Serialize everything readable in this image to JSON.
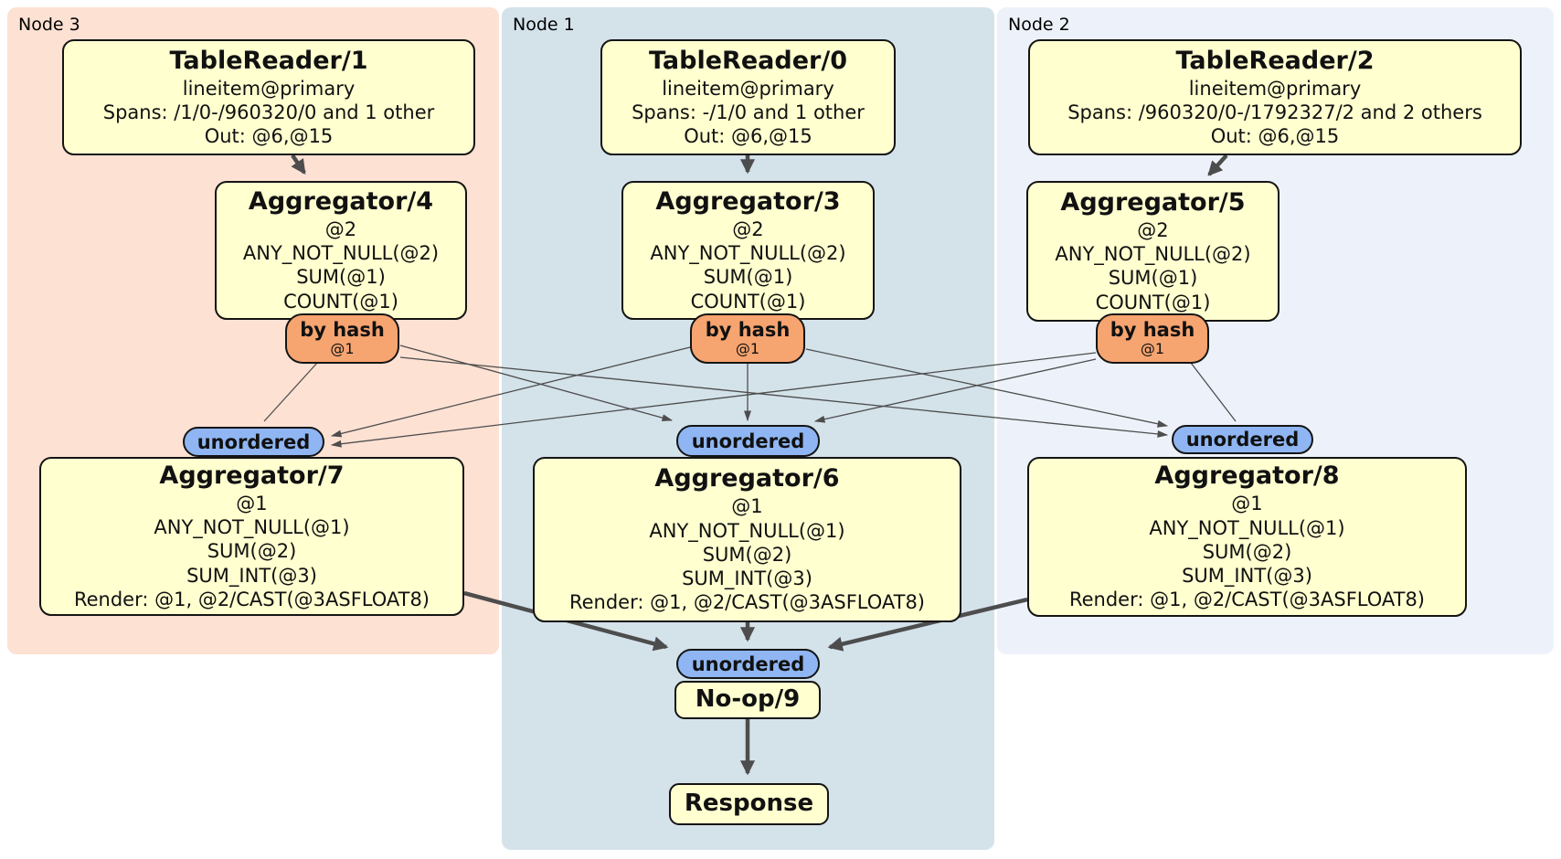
{
  "regions": {
    "node3": {
      "label": "Node 3",
      "color": "#fde1d3"
    },
    "node1": {
      "label": "Node 1",
      "color": "#d4e2ea"
    },
    "node2": {
      "label": "Node 2",
      "color": "#edf2fa"
    }
  },
  "boxes": {
    "tr1": {
      "title": "TableReader/1",
      "lines": [
        "lineitem@primary",
        "Spans: /1/0-/960320/0 and 1 other",
        "Out: @6,@15"
      ]
    },
    "tr0": {
      "title": "TableReader/0",
      "lines": [
        "lineitem@primary",
        "Spans: -/1/0 and 1 other",
        "Out: @6,@15"
      ]
    },
    "tr2": {
      "title": "TableReader/2",
      "lines": [
        "lineitem@primary",
        "Spans: /960320/0-/1792327/2 and 2 others",
        "Out: @6,@15"
      ]
    },
    "agg4": {
      "title": "Aggregator/4",
      "lines": [
        "@2",
        "ANY_NOT_NULL(@2)",
        "SUM(@1)",
        "COUNT(@1)"
      ]
    },
    "agg3": {
      "title": "Aggregator/3",
      "lines": [
        "@2",
        "ANY_NOT_NULL(@2)",
        "SUM(@1)",
        "COUNT(@1)"
      ]
    },
    "agg5": {
      "title": "Aggregator/5",
      "lines": [
        "@2",
        "ANY_NOT_NULL(@2)",
        "SUM(@1)",
        "COUNT(@1)"
      ]
    },
    "agg7": {
      "title": "Aggregator/7",
      "lines": [
        "@1",
        "ANY_NOT_NULL(@1)",
        "SUM(@2)",
        "SUM_INT(@3)",
        "Render: @1, @2/CAST(@3ASFLOAT8)"
      ]
    },
    "agg6": {
      "title": "Aggregator/6",
      "lines": [
        "@1",
        "ANY_NOT_NULL(@1)",
        "SUM(@2)",
        "SUM_INT(@3)",
        "Render: @1, @2/CAST(@3ASFLOAT8)"
      ]
    },
    "agg8": {
      "title": "Aggregator/8",
      "lines": [
        "@1",
        "ANY_NOT_NULL(@1)",
        "SUM(@2)",
        "SUM_INT(@3)",
        "Render: @1, @2/CAST(@3ASFLOAT8)"
      ]
    },
    "noop": {
      "title": "No-op/9"
    },
    "response": {
      "title": "Response"
    }
  },
  "badges": {
    "by_hash_label": "by hash",
    "by_hash_sub": "@1",
    "unordered_label": "unordered"
  },
  "colors": {
    "node_box_fill": "#ffffd0",
    "hash_badge_fill": "#f6a470",
    "unordered_badge_fill": "#8fb6f3",
    "edge_color": "#4d4d4d",
    "border_color": "#141414"
  }
}
